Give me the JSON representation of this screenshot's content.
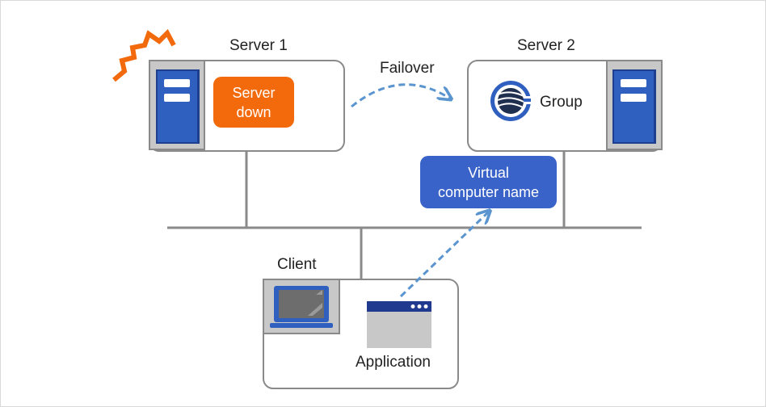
{
  "nodes": {
    "server1": {
      "title": "Server 1",
      "status_line1": "Server",
      "status_line2": "down"
    },
    "server2": {
      "title": "Server 2",
      "group_label": "Group"
    },
    "vcn": {
      "line1": "Virtual",
      "line2": "computer name"
    },
    "client": {
      "title": "Client",
      "app_label": "Application"
    }
  },
  "edges": {
    "failover": {
      "label": "Failover"
    }
  },
  "colors": {
    "server_blue": "#2f5fbf",
    "status_orange": "#f26a0b",
    "pill_blue": "#3a63c9",
    "dash_blue": "#5a95cf",
    "burst_orange": "#f26a0b",
    "line_gray": "#8a8a8a"
  },
  "icons": {
    "server1": "server-icon",
    "server2": "server-icon",
    "group": "group-logo-icon",
    "laptop": "laptop-icon",
    "app": "application-window-icon",
    "burst": "crash-burst-icon"
  }
}
